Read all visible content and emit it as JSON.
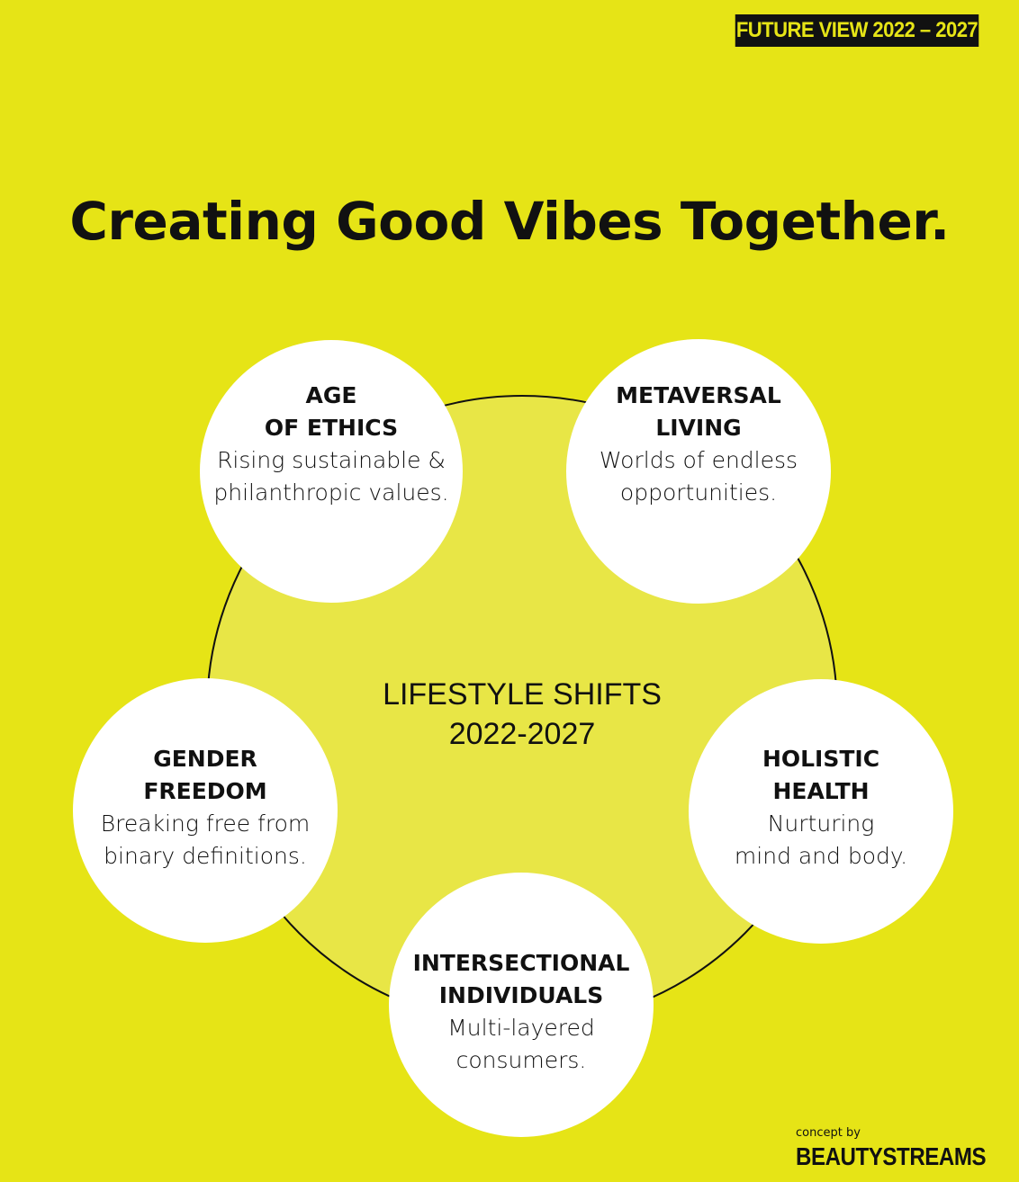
{
  "badge": "FUTURE VIEW 2022 – 2027",
  "title": "Creating Good Vibes Together.",
  "center": {
    "line1": "LIFESTYLE SHIFTS",
    "line2": "2022-2027"
  },
  "nodes": [
    {
      "head1": "AGE",
      "head2": "OF ETHICS",
      "desc1": "Rising sustainable &",
      "desc2": "philanthropic values."
    },
    {
      "head1": "METAVERSAL",
      "head2": "LIVING",
      "desc1": "Worlds of endless",
      "desc2": "opportunities."
    },
    {
      "head1": "HOLISTIC",
      "head2": "HEALTH",
      "desc1": "Nurturing",
      "desc2": "mind and body."
    },
    {
      "head1": "INTERSECTIONAL",
      "head2": "INDIVIDUALS",
      "desc1": "Multi-layered",
      "desc2": "consumers."
    },
    {
      "head1": "GENDER",
      "head2": "FREEDOM",
      "desc1": "Breaking free from",
      "desc2": "binary definitions."
    }
  ],
  "footer": {
    "concept": "concept by",
    "brand": "BEAUTYSTREAMS"
  },
  "colors": {
    "background": "#e6e416",
    "inner_disc": "#e8e646",
    "node_fill": "#ffffff",
    "text": "#111111"
  }
}
